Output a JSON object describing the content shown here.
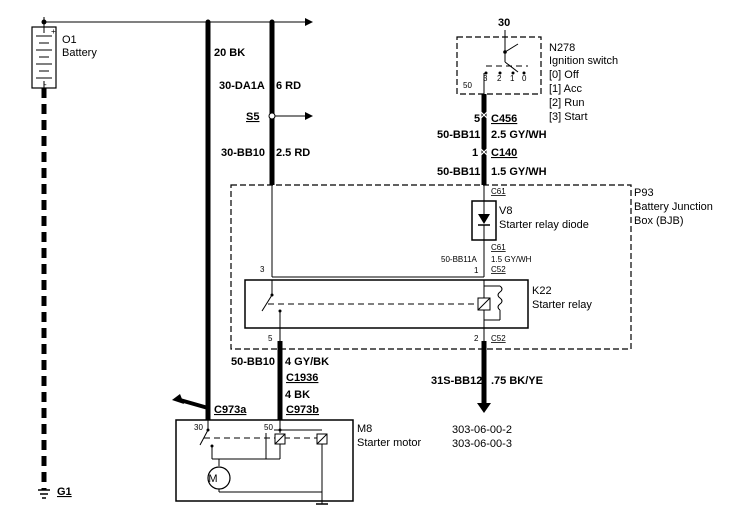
{
  "battery": {
    "id": "O1",
    "name": "Battery",
    "plus": "+",
    "minus": "-"
  },
  "ground": {
    "id": "G1"
  },
  "wires": {
    "main_feed": "20 BK",
    "feed_a_circuit": "30-DA1A",
    "feed_a_color": "6 RD",
    "splice": "S5",
    "feed_b_circuit": "30-BB10",
    "feed_b_color": "2.5 RD",
    "starter_circuit": "50-BB10",
    "starter_color": "4 GY/BK",
    "starter_motor_color": "4 BK",
    "ign_circuit_1": "50-BB11",
    "ign_color_1": "2.5 GY/WH",
    "ign_circuit_2": "50-BB11",
    "ign_color_2": "1.5 GY/WH",
    "diode_out_circuit": "50-BB11A",
    "diode_out_color": "1.5 GY/WH",
    "bottom_circuit": "31S-BB12",
    "bottom_color": ".75 BK/YE"
  },
  "connectors": {
    "c456": "C456",
    "c456_pin": "5",
    "c140": "C140",
    "c140_pin": "1",
    "c1936": "C1936",
    "c973a": "C973a",
    "c973b": "C973b",
    "c61_top": "C61",
    "c61_bottom": "C61",
    "c52_top": "C52",
    "c52_bottom": "C52"
  },
  "ignition_switch": {
    "top_pin": "30",
    "id": "N278",
    "name": "Ignition switch",
    "positions": [
      "[0] Off",
      "[1] Acc",
      "[2] Run",
      "[3] Start"
    ],
    "pin_50": "50",
    "pin_3": "3",
    "pin_2": "2",
    "pin_1": "1",
    "pin_0": "0"
  },
  "bjb": {
    "id": "P93",
    "name_line1": "Battery Junction",
    "name_line2": "Box (BJB)"
  },
  "diode": {
    "id": "V8",
    "name": "Starter relay diode"
  },
  "relay": {
    "id": "K22",
    "name": "Starter relay",
    "pin_3": "3",
    "pin_1": "1",
    "pin_5": "5",
    "pin_2": "2"
  },
  "starter": {
    "id": "M8",
    "name": "Starter motor",
    "pin_30": "30",
    "pin_50": "50",
    "motor_symbol": "M"
  },
  "refs": [
    "303-06-00-2",
    "303-06-00-3"
  ]
}
